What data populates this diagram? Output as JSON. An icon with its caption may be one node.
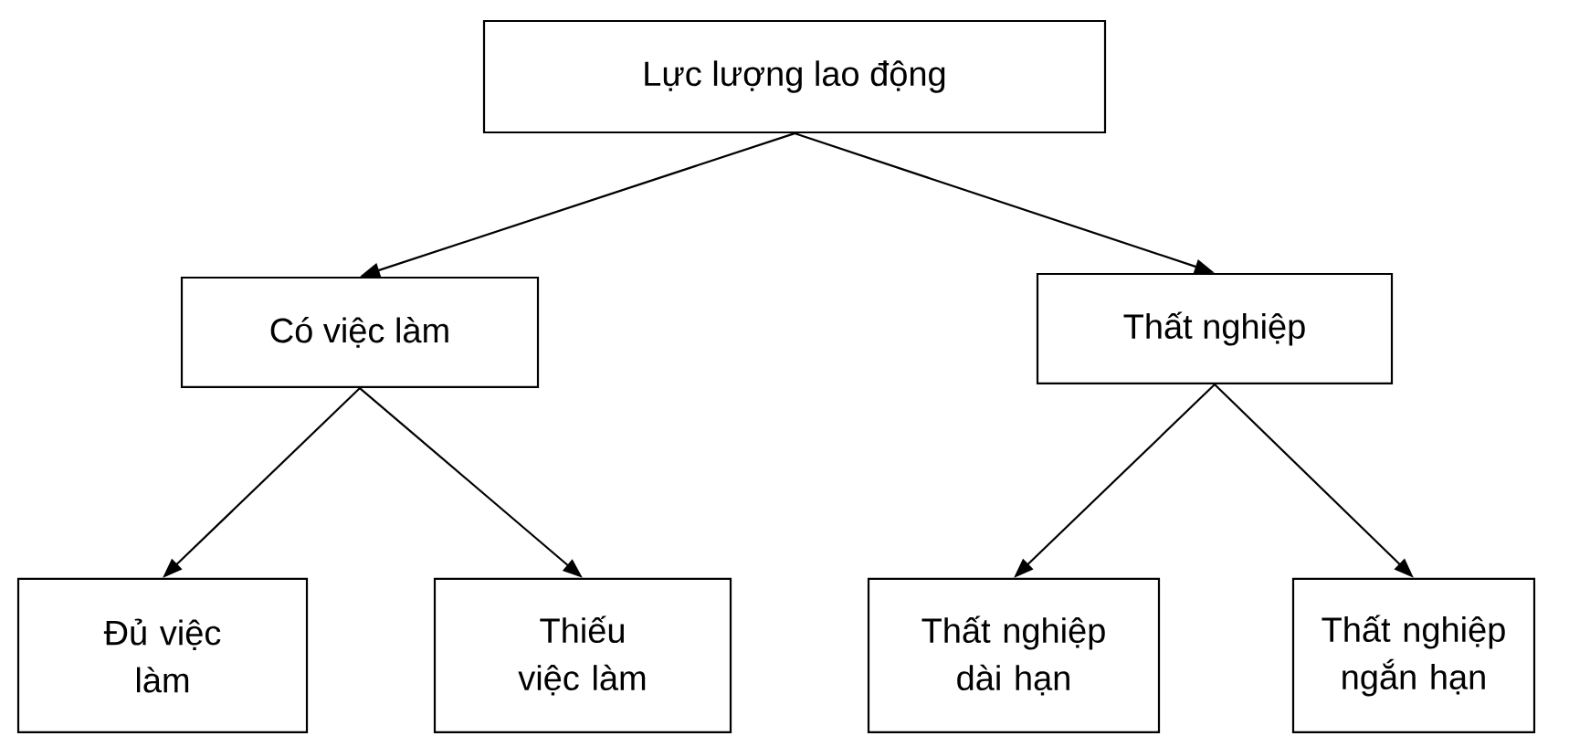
{
  "diagram": {
    "nodes": [
      {
        "text": [
          "Lực lượng lao động"
        ]
      },
      {
        "text": [
          "Có việc làm"
        ]
      },
      {
        "text": [
          "Thất nghiệp"
        ]
      },
      {
        "text": [
          "Đủ việc làm"
        ]
      },
      {
        "text": [
          "Thiếu việc làm"
        ]
      },
      {
        "text": [
          "Thất nghiệp dài hạn"
        ]
      },
      {
        "text": [
          "Thất nghiệp ngắn hạn"
        ]
      }
    ],
    "edges": [
      {
        "from": 0,
        "to": 1,
        "arrow": "to"
      },
      {
        "from": 0,
        "to": 2,
        "arrow": "to"
      },
      {
        "from": 1,
        "to": 3,
        "arrow": "to"
      },
      {
        "from": 1,
        "to": 4,
        "arrow": "to"
      },
      {
        "from": 2,
        "to": 5,
        "arrow": "to"
      },
      {
        "from": 2,
        "to": 6,
        "arrow": "to"
      }
    ]
  }
}
